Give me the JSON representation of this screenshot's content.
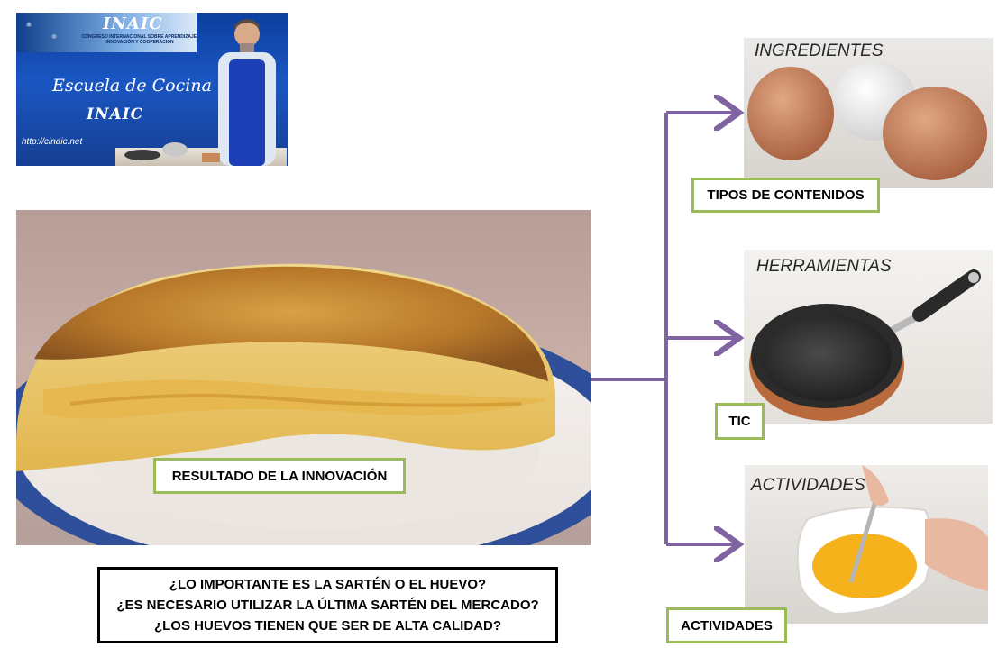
{
  "thumbnail": {
    "logo": "INAIC",
    "tagline": "CONGRESO INTERNACIONAL SOBRE APRENDIZAJE, INNOVACIÓN Y COOPERACIÓN",
    "title": "Escuela de Cocina",
    "logo2": "INAIC",
    "url": "http://cinaic.net"
  },
  "photos": {
    "ingredients_title": "INGREDIENTES",
    "tools_title": "HERRAMIENTAS",
    "activities_title": "ACTIVIDADES"
  },
  "labels": {
    "result": "RESULTADO DE LA INNOVACIÓN",
    "content_types": "TIPOS DE CONTENIDOS",
    "tic": "TIC",
    "activities": "ACTIVIDADES"
  },
  "questions": [
    "¿LO IMPORTANTE ES LA SARTÉN O EL HUEVO?",
    "¿ES NECESARIO UTILIZAR LA ÚLTIMA SARTÉN DEL MERCADO?",
    "¿LOS HUEVOS TIENEN QUE SER DE ALTA CALIDAD?"
  ],
  "colors": {
    "arrow": "#8064a2",
    "label_border": "#9bbb59",
    "question_border": "#000000"
  }
}
